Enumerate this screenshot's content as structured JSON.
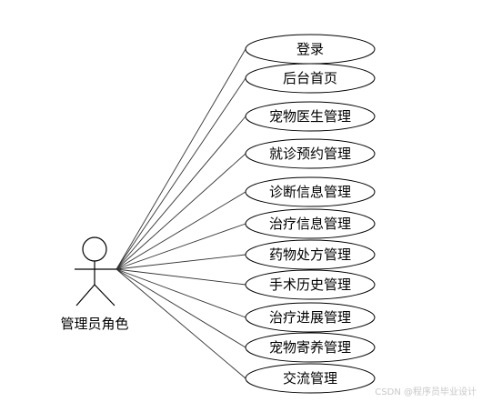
{
  "diagram": {
    "actor": {
      "label": "管理员角色"
    },
    "use_cases": [
      {
        "id": "login",
        "label": "登录"
      },
      {
        "id": "home",
        "label": "后台首页"
      },
      {
        "id": "doctor",
        "label": "宠物医生管理"
      },
      {
        "id": "appointment",
        "label": "就诊预约管理"
      },
      {
        "id": "diagnosis",
        "label": "诊断信息管理"
      },
      {
        "id": "treatment",
        "label": "治疗信息管理"
      },
      {
        "id": "prescription",
        "label": "药物处方管理"
      },
      {
        "id": "surgery",
        "label": "手术历史管理"
      },
      {
        "id": "progress",
        "label": "治疗进展管理"
      },
      {
        "id": "boarding",
        "label": "宠物寄养管理"
      },
      {
        "id": "exchange",
        "label": "交流管理"
      }
    ]
  },
  "watermark": "CSDN @程序员毕业设计",
  "colors": {
    "stroke": "#000000",
    "line": "#333333",
    "fill": "#ffffff",
    "watermark": "#c8c8c8"
  }
}
